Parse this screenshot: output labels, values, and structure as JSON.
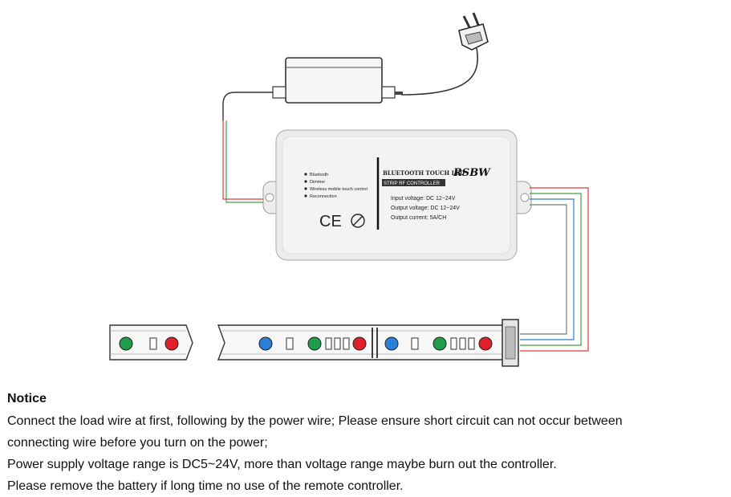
{
  "controller": {
    "brand": "RSBW",
    "model_line": "BLUETOOTH TOUCH LED",
    "model_sub": "STRIP RF CONTROLLER",
    "features": [
      "Bluetooth",
      "Dimmer",
      "Wireless mobile touch control",
      "Reconnection"
    ],
    "specs": [
      "Input voltage: DC 12~24V",
      "Output voltage: DC 12~24V",
      "Output current: 5A/CH"
    ],
    "ce_mark": "CE"
  },
  "wire_colors": [
    "#e53935",
    "#43a047",
    "#2e7dd1",
    "#777777"
  ],
  "led_strip": {
    "chip_colors": [
      "#1e9e4a",
      "#e0202a",
      "#2a7fd6"
    ]
  },
  "notice": {
    "title": "Notice",
    "lines": [
      "Connect the load wire at first, following by the power wire; Please ensure short circuit can not occur between",
      "connecting wire before you turn on the power;",
      "Power supply voltage range is DC5~24V, more than voltage range maybe burn out the controller.",
      "Please remove the battery if long time no use of the remote controller."
    ]
  }
}
